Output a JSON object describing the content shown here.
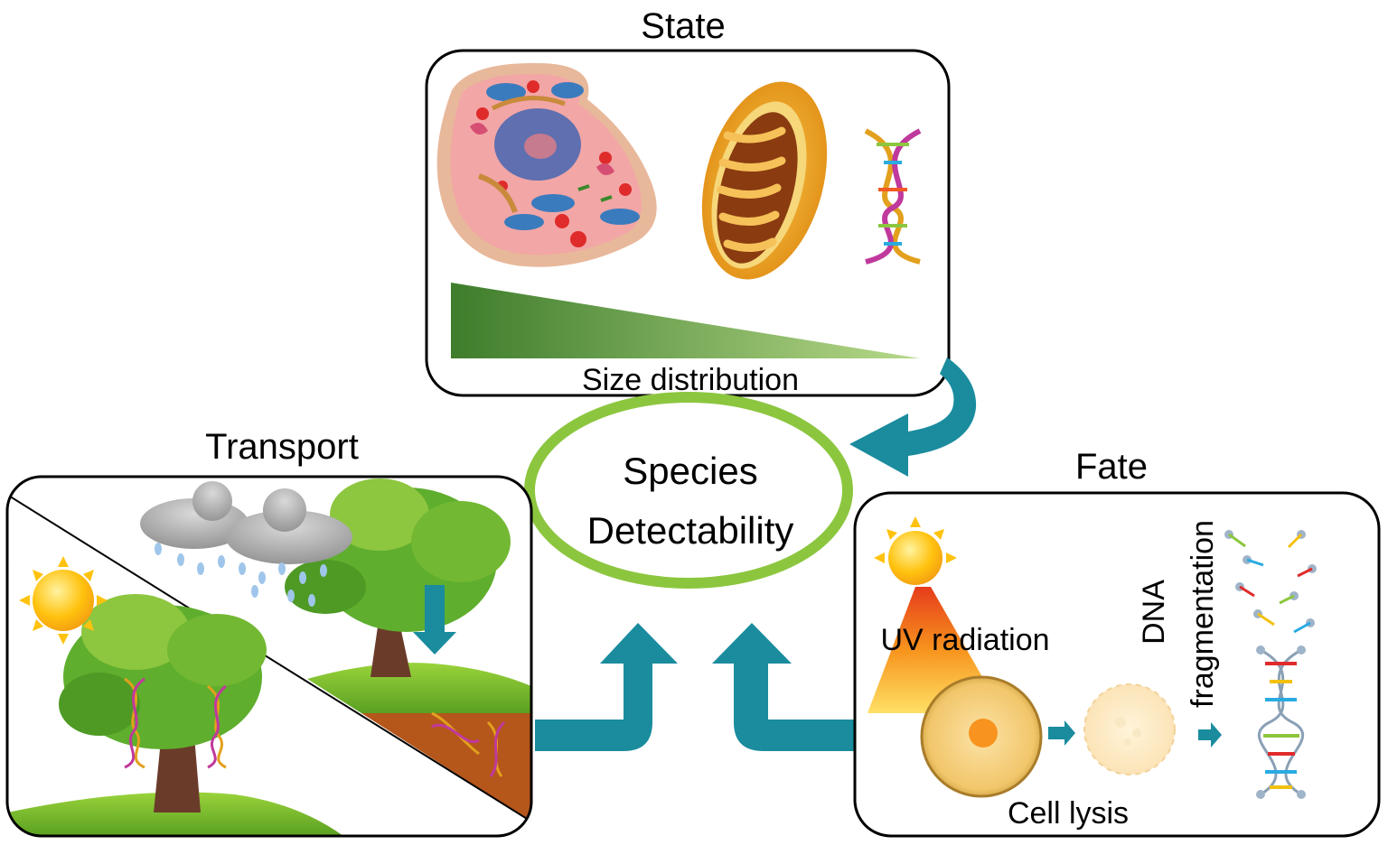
{
  "titles": {
    "state": "State",
    "transport": "Transport",
    "fate": "Fate"
  },
  "center": {
    "line1": "Species",
    "line2": "Detectability"
  },
  "state_panel": {
    "size_label": "Size distribution",
    "items": [
      "animal-cell",
      "mitochondrion",
      "dna-helix"
    ]
  },
  "fate_panel": {
    "uv_label": "UV radiation",
    "dna_label": "DNA",
    "fragmentation_label": "fragmentation",
    "lysis_label": "Cell lysis"
  },
  "colors": {
    "arrow": "#1a8c9e",
    "ring": "#8cc63f",
    "size_wedge_dark": "#3e7d2b",
    "size_wedge_light": "#b7d98a",
    "soil": "#b5561b",
    "tree_green": "#5fae2e",
    "trunk": "#6b3b2a",
    "sun": "#ffc20e"
  },
  "icons": [
    "sun-icon",
    "rain-cloud-icon",
    "tree-icon",
    "dna-icon",
    "cell-icon",
    "mitochondrion-icon"
  ]
}
